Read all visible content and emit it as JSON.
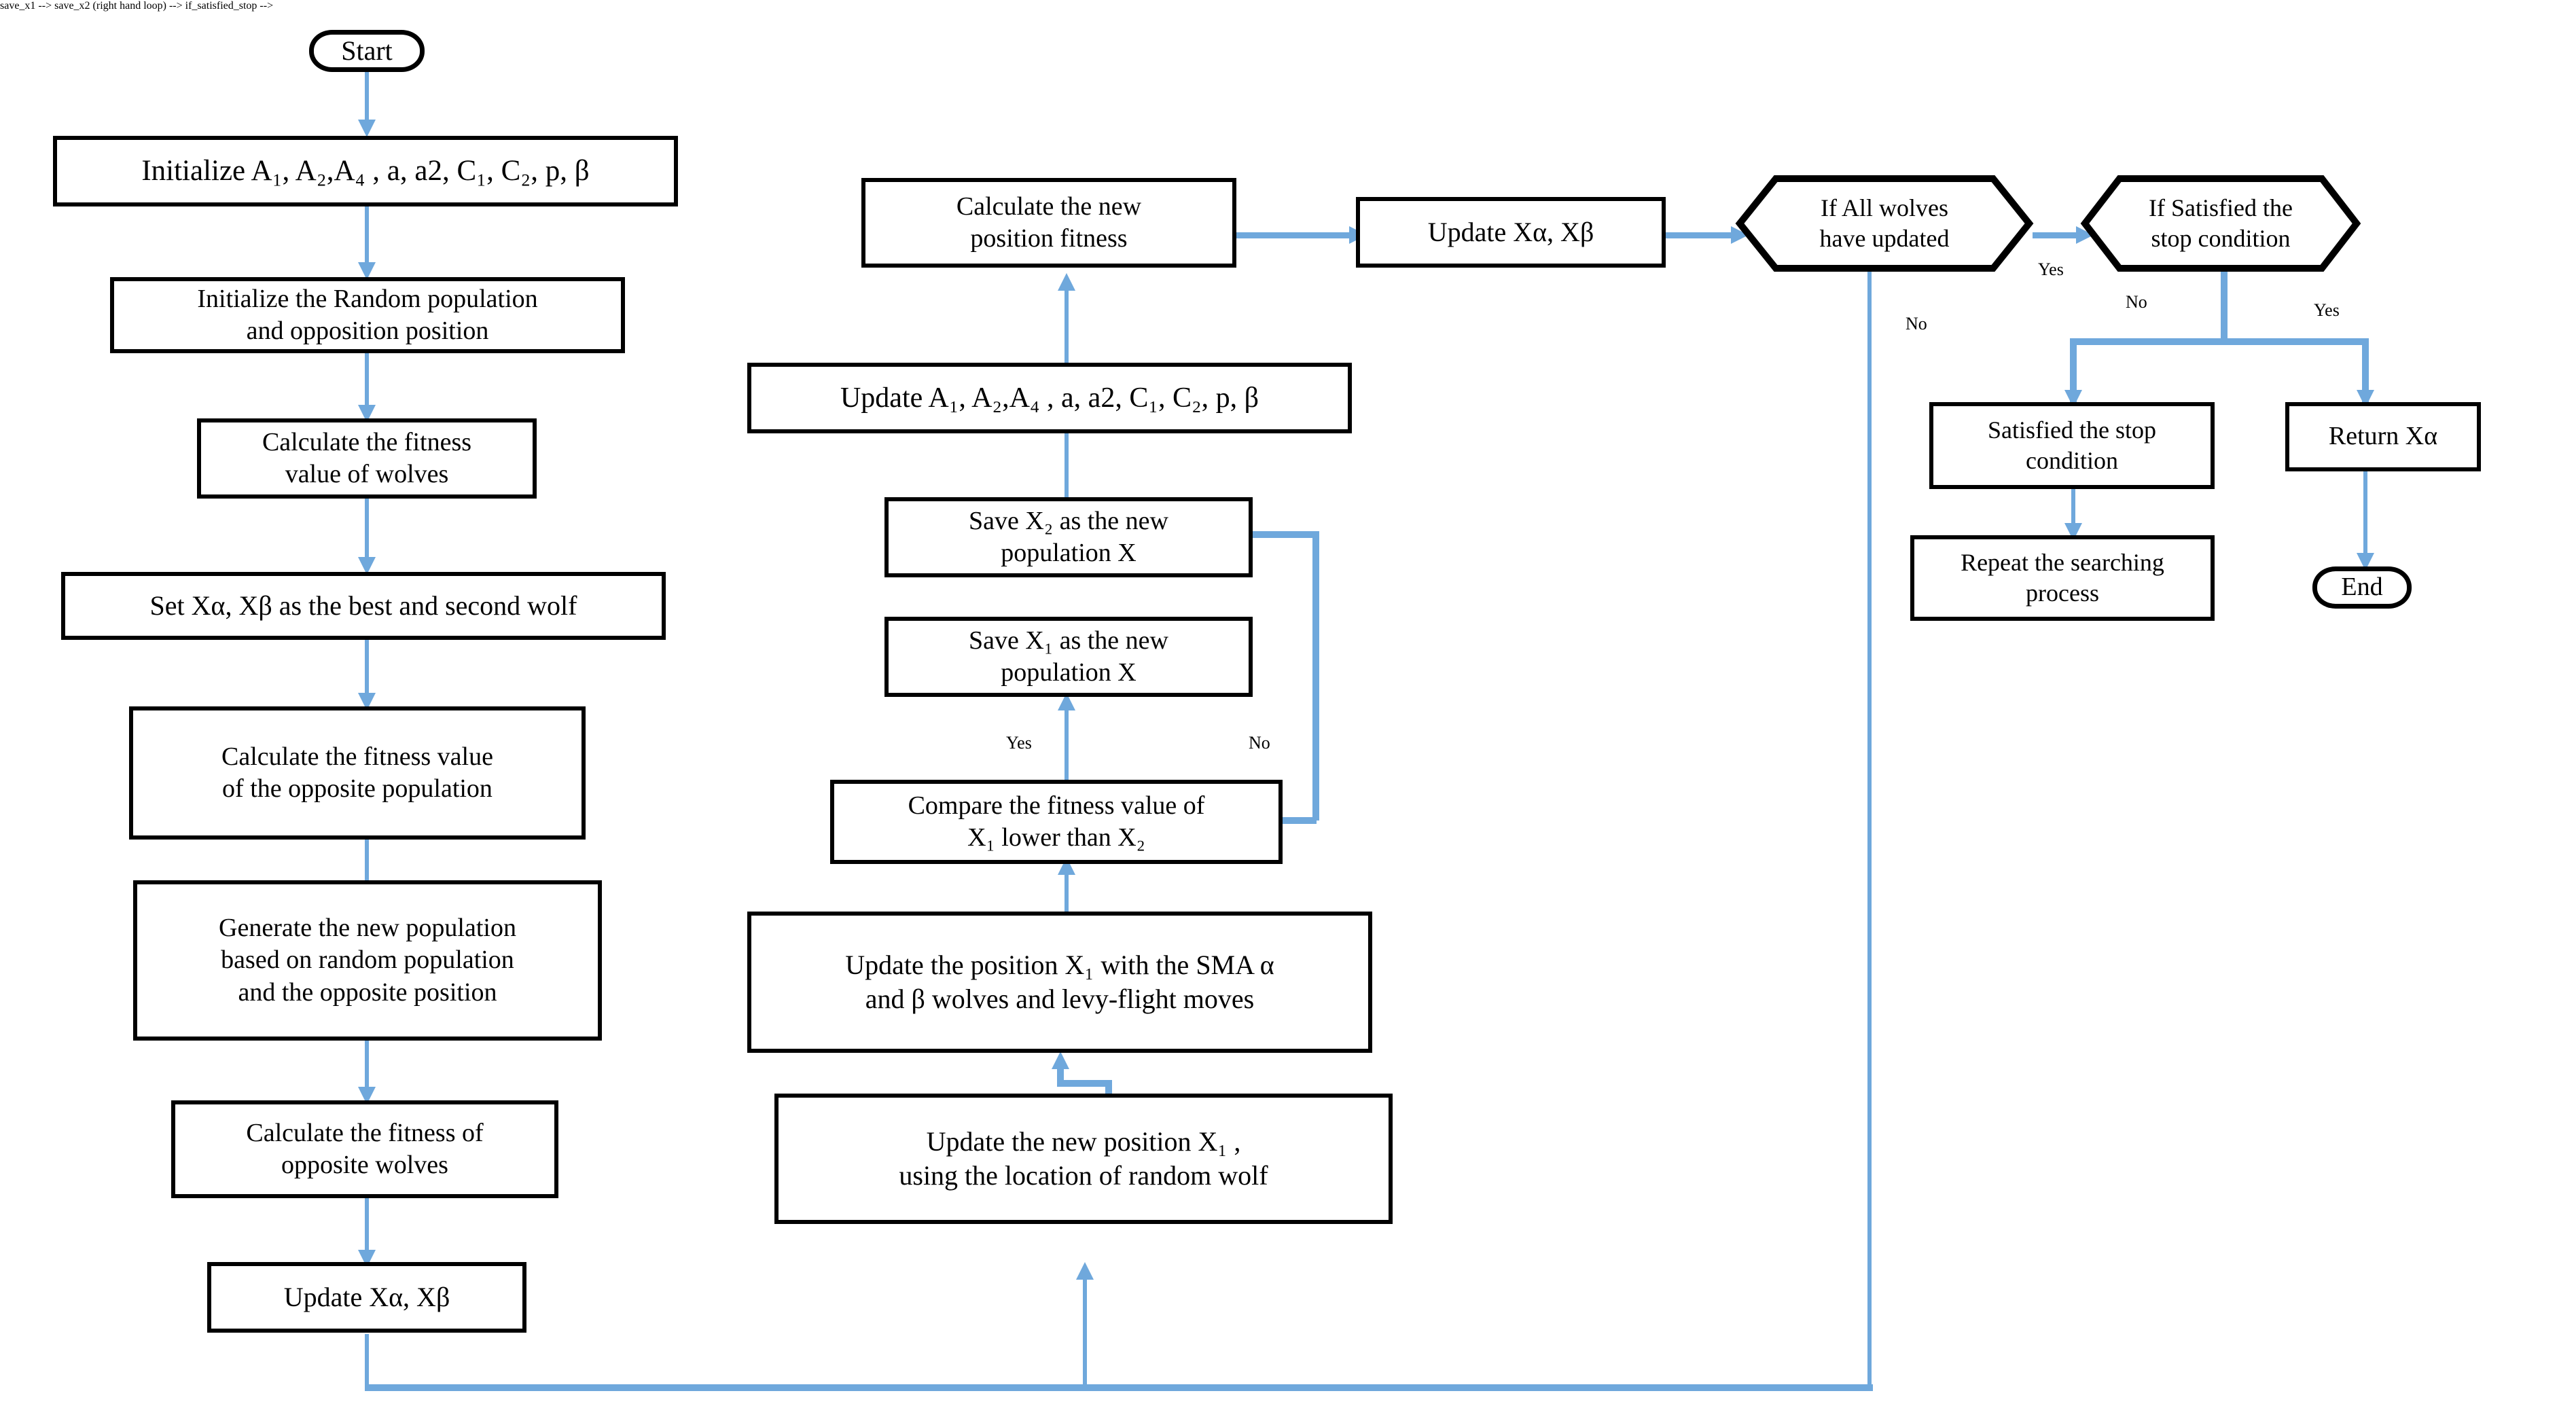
{
  "diagram": {
    "type": "flowchart",
    "title": "",
    "accent_color": "#6fa8dc",
    "node_border_color": "#000000",
    "background": "#ffffff"
  },
  "nodes": {
    "start": {
      "label": "Start",
      "shape": "terminal"
    },
    "init_params": {
      "label": "Initialize A₁, A₂,A₄ , a, a2, C₁, C₂, p, β",
      "shape": "process"
    },
    "init_population": {
      "line1": "Initialize the Random population",
      "line2": "and opposition position",
      "shape": "process"
    },
    "calc_fitness_wolves": {
      "line1": "Calculate the fitness",
      "line2": "value of wolves",
      "shape": "process"
    },
    "set_best_second": {
      "label": "Set Xα, Xβ  as the best and second wolf",
      "shape": "process"
    },
    "calc_fitness_opposite_pop": {
      "line1": "Calculate the fitness value",
      "line2": "of the opposite population",
      "shape": "process"
    },
    "generate_new_population": {
      "line1": "Generate the new population",
      "line2": "based on random population",
      "line3": "and the opposite position",
      "shape": "process"
    },
    "calc_fitness_opposite_wolves": {
      "line1": "Calculate the fitness of",
      "line2": "opposite wolves",
      "shape": "process"
    },
    "update_xa_xb_left": {
      "label": "Update Xα, Xβ",
      "shape": "process"
    },
    "calc_new_position_fitness": {
      "line1": "Calculate the new",
      "line2": "position fitness",
      "shape": "process"
    },
    "update_params": {
      "label": "Update  A₁, A₂,A₄ , a, a2, C₁, C₂, p, β",
      "shape": "process"
    },
    "save_x2": {
      "line1": "Save  X₂ as the new",
      "line2": "population X",
      "shape": "process"
    },
    "save_x1": {
      "line1": "Save  X₁ as the new",
      "line2": "population X",
      "shape": "process"
    },
    "compare_fitness": {
      "line1": "Compare the fitness value of",
      "line2": "X₁ lower than X₂",
      "shape": "process"
    },
    "update_position_sma": {
      "line1": "Update the position X₁ with the SMA  α",
      "line2": "and  β  wolves and levy-flight moves",
      "shape": "process"
    },
    "update_new_position_random": {
      "line1": "Update the new position X₁ ,",
      "line2": "using the location of random wolf",
      "shape": "process"
    },
    "update_xa_xb_right": {
      "label": "Update  Xα, Xβ",
      "shape": "process"
    },
    "if_all_wolves_updated": {
      "line1": "If All wolves",
      "line2": "have updated",
      "shape": "decision-hexagon"
    },
    "if_satisfied_stop": {
      "line1": "If Satisfied the",
      "line2": "stop condition",
      "shape": "decision-hexagon"
    },
    "satisfied_stop_condition": {
      "line1": "Satisfied the stop",
      "line2": "condition",
      "shape": "process"
    },
    "repeat_searching": {
      "line1": "Repeat the searching",
      "line2": "process",
      "shape": "process"
    },
    "return_xa": {
      "label": "Return Xα",
      "shape": "process"
    },
    "end": {
      "label": "End",
      "shape": "terminal"
    }
  },
  "edge_labels": {
    "all_wolves_no": "No",
    "all_wolves_yes": "Yes",
    "satisfied_no": "No",
    "satisfied_yes": "Yes",
    "compare_yes": "Yes",
    "compare_no": "No"
  }
}
